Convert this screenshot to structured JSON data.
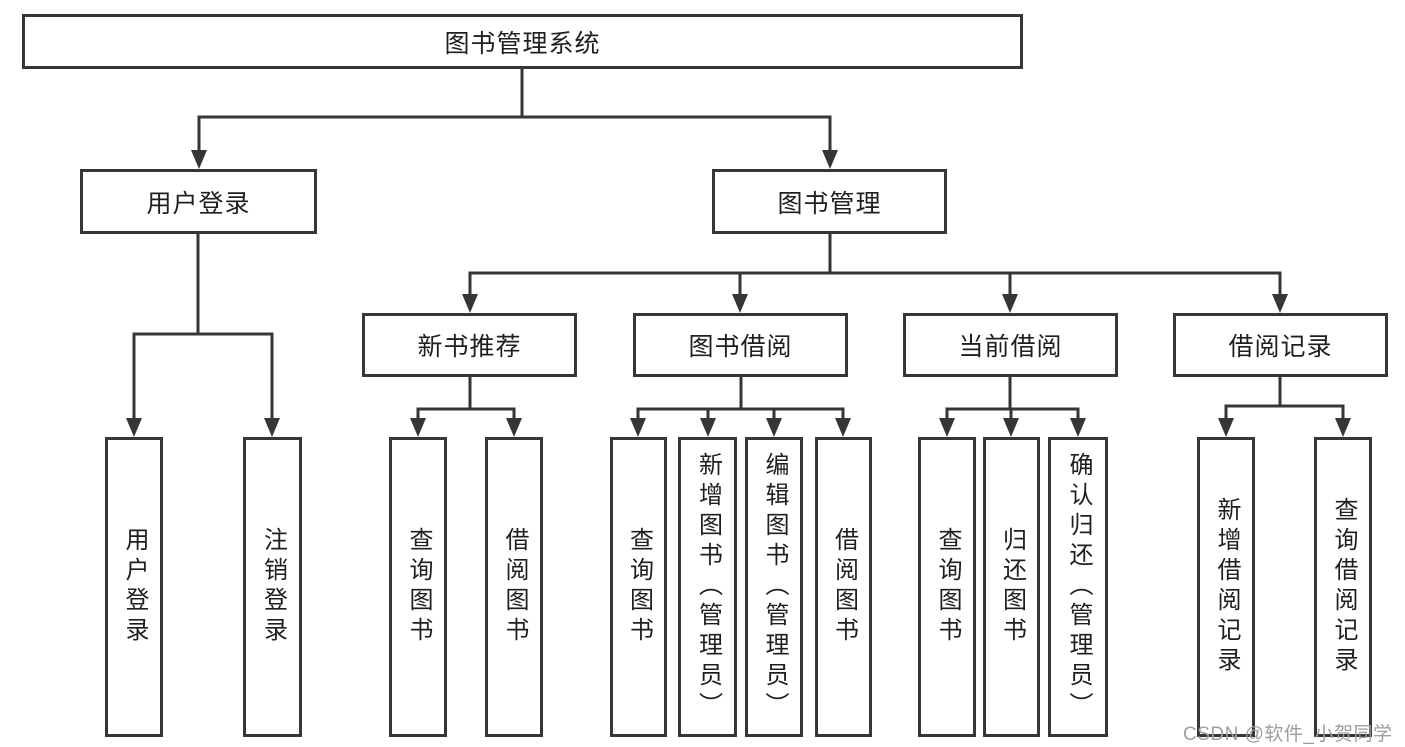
{
  "tree": {
    "label": "图书管理系统",
    "children": [
      {
        "label": "用户登录",
        "children": [
          {
            "label": "用户登录"
          },
          {
            "label": "注销登录"
          }
        ]
      },
      {
        "label": "图书管理",
        "children": [
          {
            "label": "新书推荐",
            "children": [
              {
                "label": "查询图书"
              },
              {
                "label": "借阅图书"
              }
            ]
          },
          {
            "label": "图书借阅",
            "children": [
              {
                "label": "查询图书"
              },
              {
                "label": "新增图书（管理员）"
              },
              {
                "label": "编辑图书（管理员）"
              },
              {
                "label": "借阅图书"
              }
            ]
          },
          {
            "label": "当前借阅",
            "children": [
              {
                "label": "查询图书"
              },
              {
                "label": "归还图书"
              },
              {
                "label": "确认归还（管理员）"
              }
            ]
          },
          {
            "label": "借阅记录",
            "children": [
              {
                "label": "新增借阅记录"
              },
              {
                "label": "查询借阅记录"
              }
            ]
          }
        ]
      }
    ]
  },
  "watermark": "CSDN @软件_小贺同学",
  "colors": {
    "line": "#363636",
    "text": "#1f1f1f",
    "watermark": "#9e9e9e",
    "background": "#ffffff"
  }
}
